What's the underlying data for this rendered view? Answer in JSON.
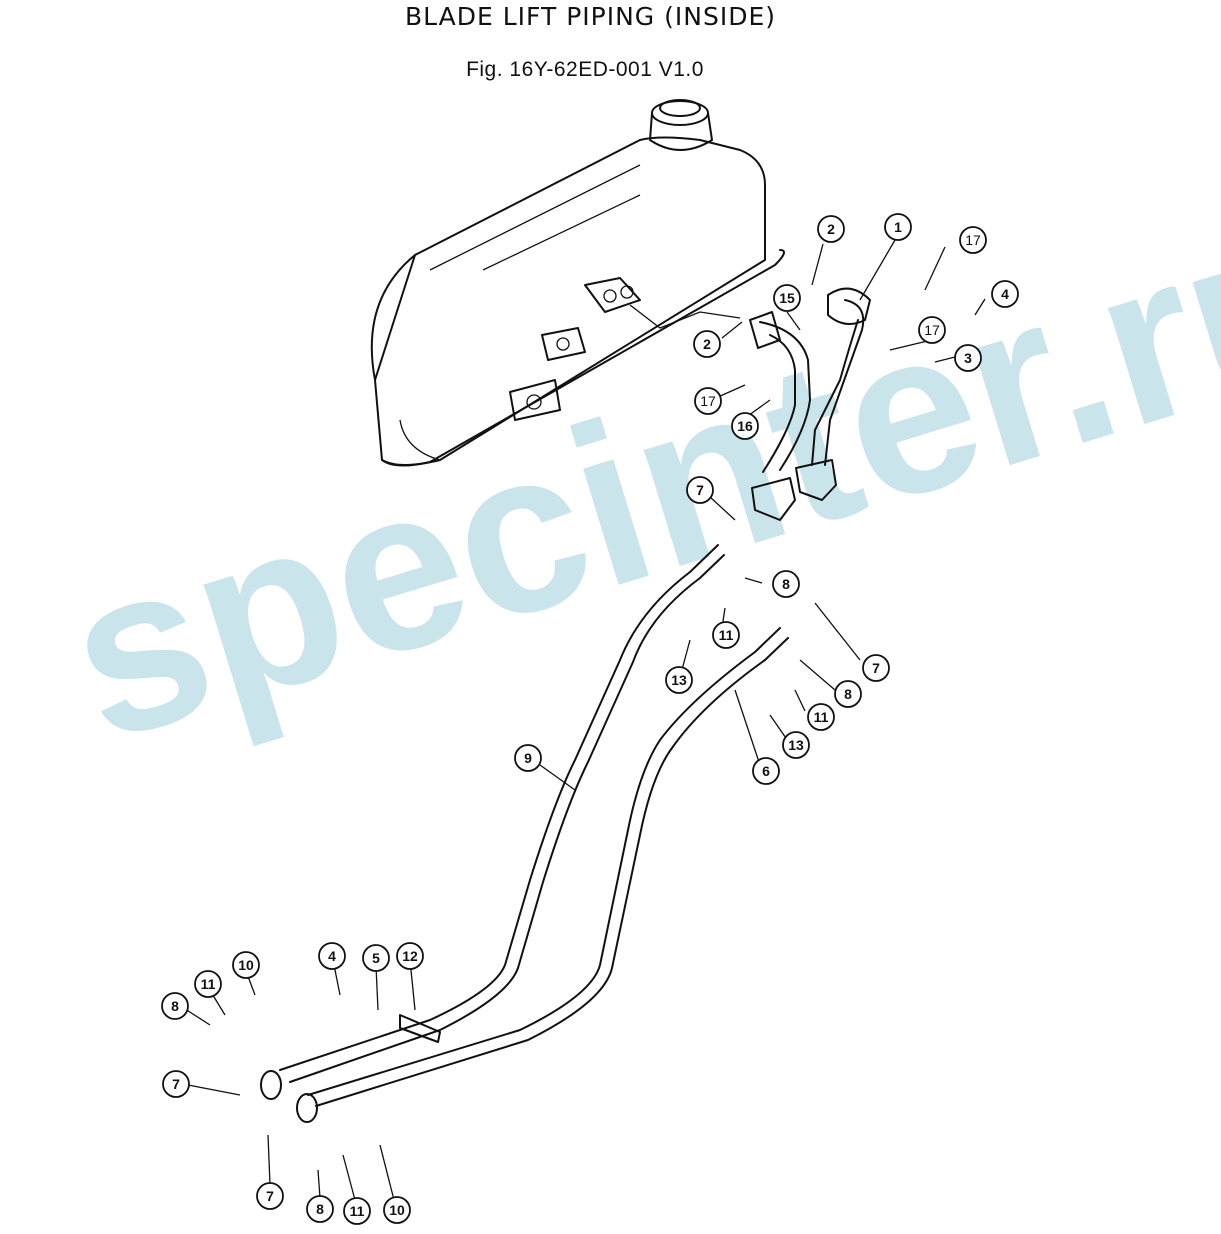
{
  "header": {
    "title": "BLADE LIFT  PIPING (INSIDE)",
    "figure": "Fig. 16Y-62ED-001  V1.0"
  },
  "watermark": "specinter.ru",
  "callouts": [
    {
      "label": "1"
    },
    {
      "label": "2"
    },
    {
      "label": "2"
    },
    {
      "label": "15"
    },
    {
      "label": "17"
    },
    {
      "label": "4"
    },
    {
      "label": "17"
    },
    {
      "label": "3"
    },
    {
      "label": "17"
    },
    {
      "label": "16"
    },
    {
      "label": "7"
    },
    {
      "label": "8"
    },
    {
      "label": "11"
    },
    {
      "label": "13"
    },
    {
      "label": "7"
    },
    {
      "label": "8"
    },
    {
      "label": "11"
    },
    {
      "label": "13"
    },
    {
      "label": "6"
    },
    {
      "label": "9"
    },
    {
      "label": "4"
    },
    {
      "label": "5"
    },
    {
      "label": "12"
    },
    {
      "label": "10"
    },
    {
      "label": "11"
    },
    {
      "label": "8"
    },
    {
      "label": "7"
    },
    {
      "label": "7"
    },
    {
      "label": "8"
    },
    {
      "label": "11"
    },
    {
      "label": "10"
    }
  ]
}
